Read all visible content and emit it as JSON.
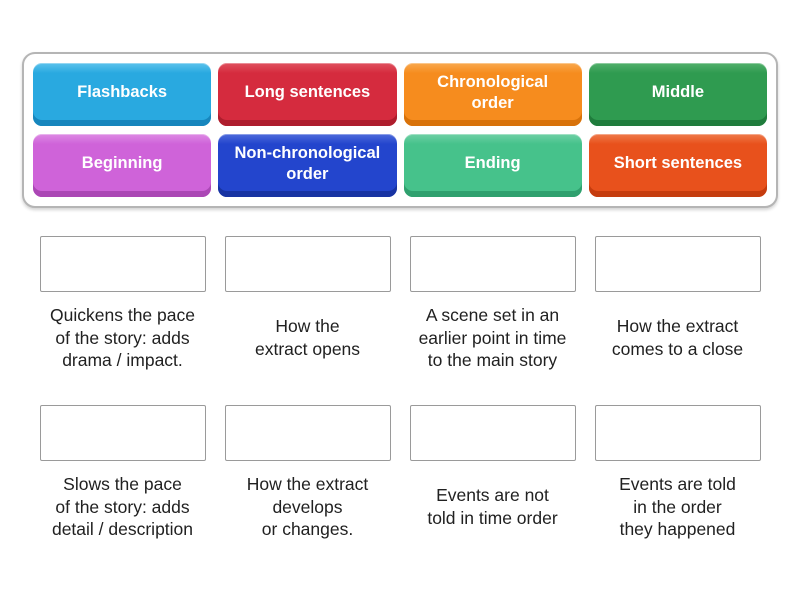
{
  "activity": {
    "kind": "match-up",
    "tile_bank": {
      "tiles": [
        {
          "label": "Flashbacks",
          "color": "#29a9e0",
          "color_dark": "#1786bd",
          "color_light": "#5cc2ec"
        },
        {
          "label": "Long sentences",
          "color": "#d52b3e",
          "color_dark": "#ae1d2d",
          "color_light": "#e0525f"
        },
        {
          "label": "Chronological\norder",
          "color": "#f68c1e",
          "color_dark": "#d8720a",
          "color_light": "#f9a94f"
        },
        {
          "label": "Middle",
          "color": "#2f9b50",
          "color_dark": "#1f7c3c",
          "color_light": "#52b06c"
        },
        {
          "label": "Beginning",
          "color": "#cf63d9",
          "color_dark": "#ab47b5",
          "color_light": "#dd8ae4"
        },
        {
          "label": "Non-chronological\norder",
          "color": "#2345cd",
          "color_dark": "#1733a2",
          "color_light": "#4e6bdb"
        },
        {
          "label": "Ending",
          "color": "#46c28b",
          "color_dark": "#2fa06e",
          "color_light": "#6fd0a5"
        },
        {
          "label": "Short sentences",
          "color": "#e8511c",
          "color_dark": "#c53c0e",
          "color_light": "#ef7a4b"
        }
      ]
    },
    "slots": [
      {
        "description": [
          "Quickens the pace",
          "of the story: adds",
          "drama / impact."
        ]
      },
      {
        "description": [
          "How the",
          "extract opens"
        ]
      },
      {
        "description": [
          "A scene set in an",
          "earlier point in time",
          "to the main story"
        ]
      },
      {
        "description": [
          "How the extract",
          "comes to a close"
        ]
      },
      {
        "description": [
          "Slows the pace",
          "of the story: adds",
          "detail / description"
        ]
      },
      {
        "description": [
          "How the extract",
          "develops",
          "or changes."
        ]
      },
      {
        "description": [
          "Events are not",
          "told in time order"
        ]
      },
      {
        "description": [
          "Events are told",
          "in the order",
          "they happened"
        ]
      }
    ]
  }
}
